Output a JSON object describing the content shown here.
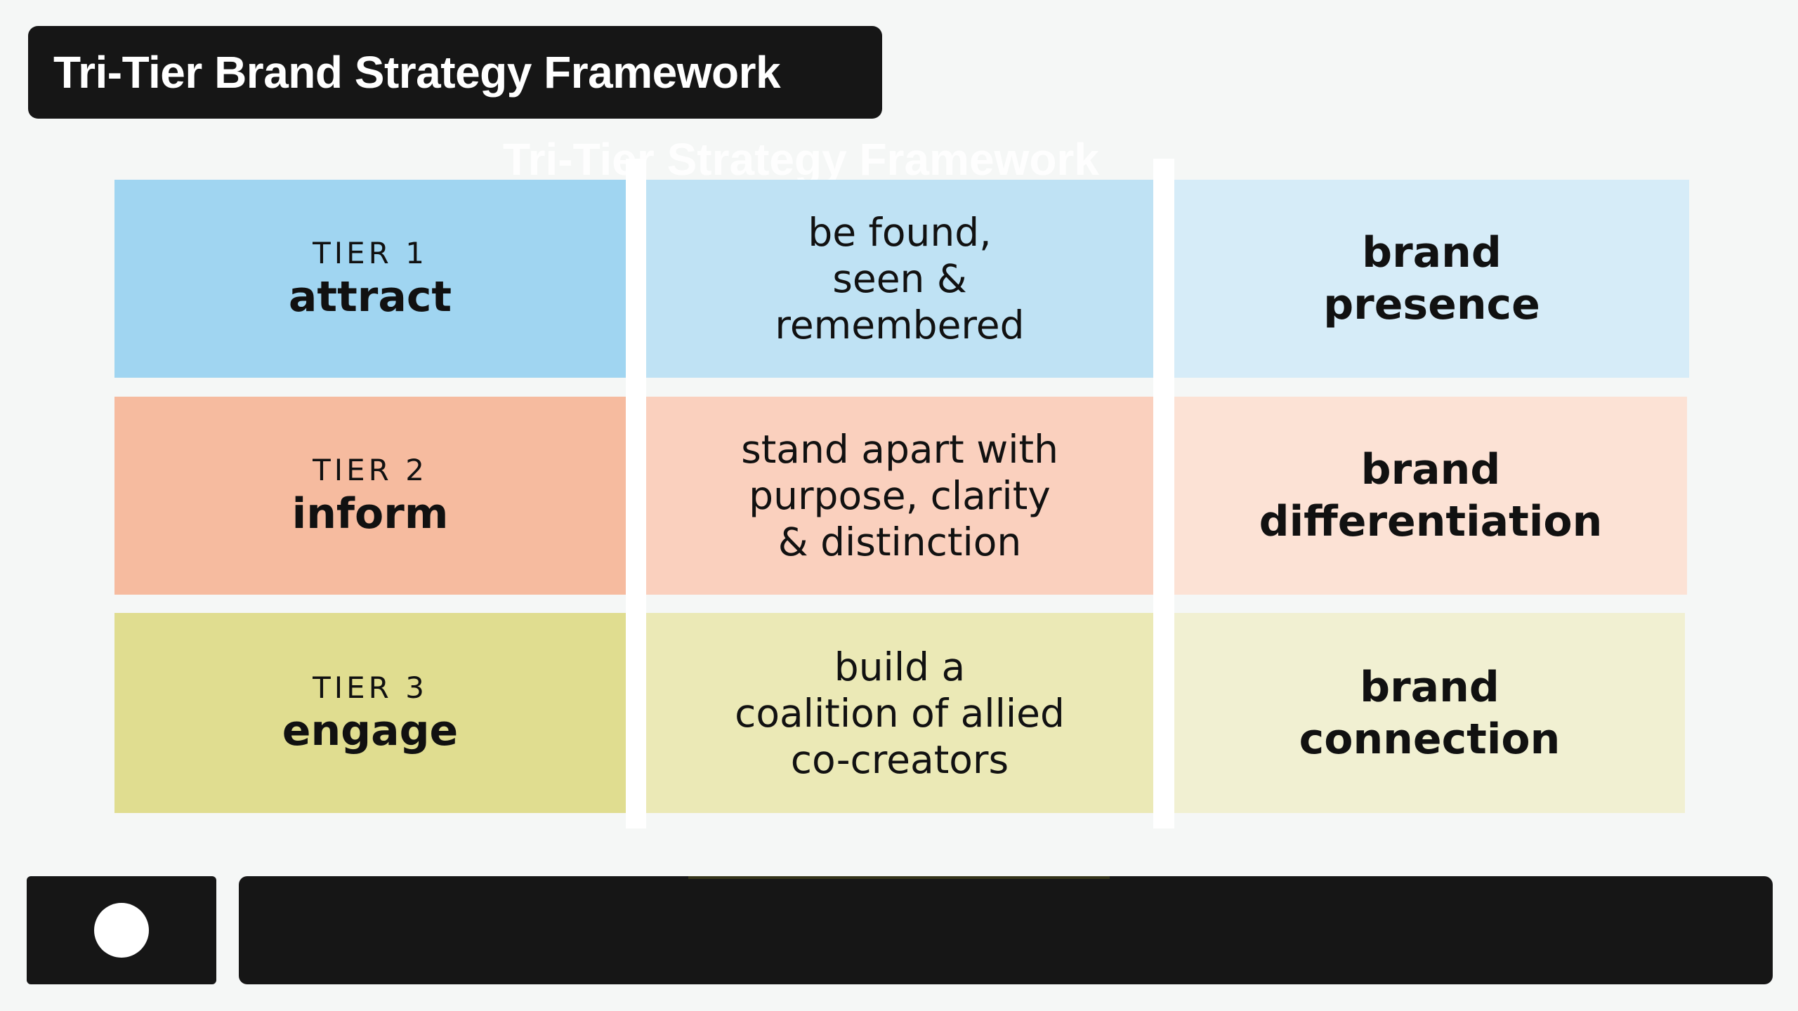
{
  "header": {
    "title": "Tri-Tier Brand Strategy Framework",
    "ghost_title": "Tri-Tier Strategy Framework"
  },
  "tiers": [
    {
      "label": "TIER 1",
      "name": "attract",
      "description": [
        "be found,",
        "seen &",
        "remembered"
      ],
      "outcome": [
        "brand",
        "presence"
      ],
      "colors": {
        "left": "#a0d5f1",
        "mid": "#bfe2f4",
        "right": "#d6ecf8"
      }
    },
    {
      "label": "TIER 2",
      "name": "inform",
      "description": [
        "stand apart with",
        "purpose, clarity",
        "& distinction"
      ],
      "outcome": [
        "brand",
        "differentiation"
      ],
      "colors": {
        "left": "#f6bb9f",
        "mid": "#fad0be",
        "right": "#fce2d5"
      }
    },
    {
      "label": "TIER 3",
      "name": "engage",
      "description": [
        "build a",
        "coalition of allied",
        "co-creators"
      ],
      "outcome": [
        "brand",
        "connection"
      ],
      "colors": {
        "left": "#e0dd90",
        "mid": "#ebe9b6",
        "right": "#f1f0d2"
      }
    }
  ],
  "controls": {
    "record_icon": "record-circle-icon"
  }
}
